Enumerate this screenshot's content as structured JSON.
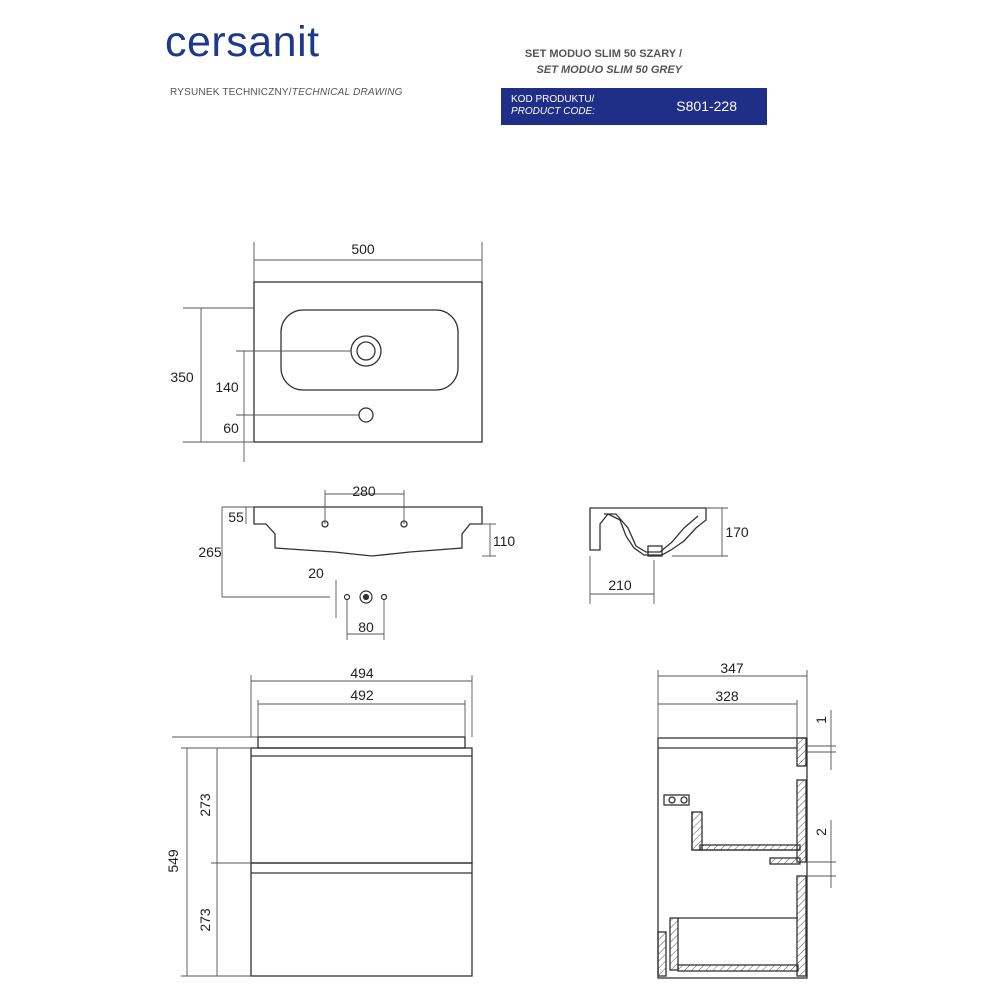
{
  "header": {
    "brand": "cersanit",
    "drawing_label_pl": "RYSUNEK TECHNICZNY/",
    "drawing_label_en": "TECHNICAL DRAWING",
    "title_pl": "SET MODUO SLIM 50 SZARY /",
    "title_en": "SET MODUO SLIM 50 GREY",
    "code_label_pl": "KOD PRODUKTU/",
    "code_label_en": "PRODUCT CODE:",
    "code_value": "S801-228"
  },
  "dimensions": {
    "basin_width": "500",
    "basin_depth": "350",
    "tap_hole_offset": "140",
    "overflow_offset": "60",
    "front_fix_spacing": "280",
    "front_top": "55",
    "front_height": "265",
    "front_basin_depth": "110",
    "side_height": "170",
    "side_depth": "210",
    "tap_offset": "20",
    "tap_spacing": "80",
    "cabinet_outer_width": "494",
    "cabinet_inner_width": "492",
    "cabinet_height": "549",
    "drawer_top_height": "273",
    "drawer_bottom_height": "273",
    "cabinet_depth_outer": "347",
    "cabinet_depth_inner": "328",
    "side_gap_top": "1",
    "side_gap_mid": "2"
  }
}
